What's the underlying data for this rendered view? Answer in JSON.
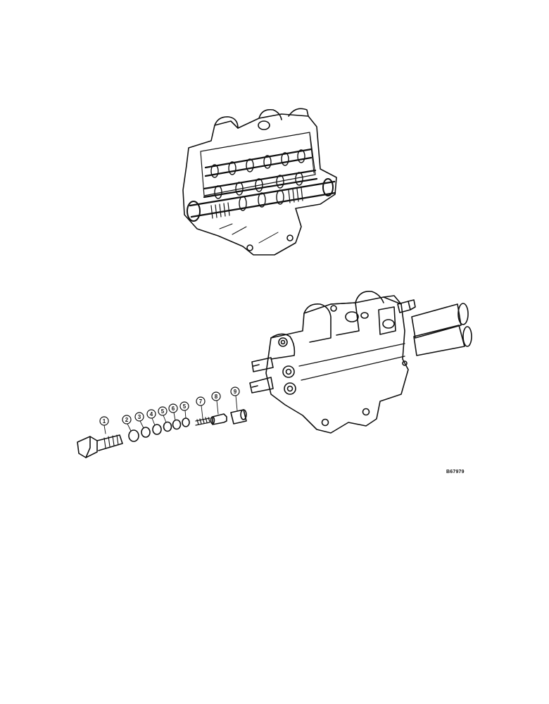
{
  "figure_number": "B67979",
  "callouts": [
    {
      "label": "1"
    },
    {
      "label": "2"
    },
    {
      "label": "3"
    },
    {
      "label": "4"
    },
    {
      "label": "5"
    },
    {
      "label": "6"
    },
    {
      "label": "5"
    },
    {
      "label": "7"
    },
    {
      "label": "8"
    },
    {
      "label": "9"
    }
  ],
  "ink_color": "#111111",
  "paper_color": "#ffffff"
}
